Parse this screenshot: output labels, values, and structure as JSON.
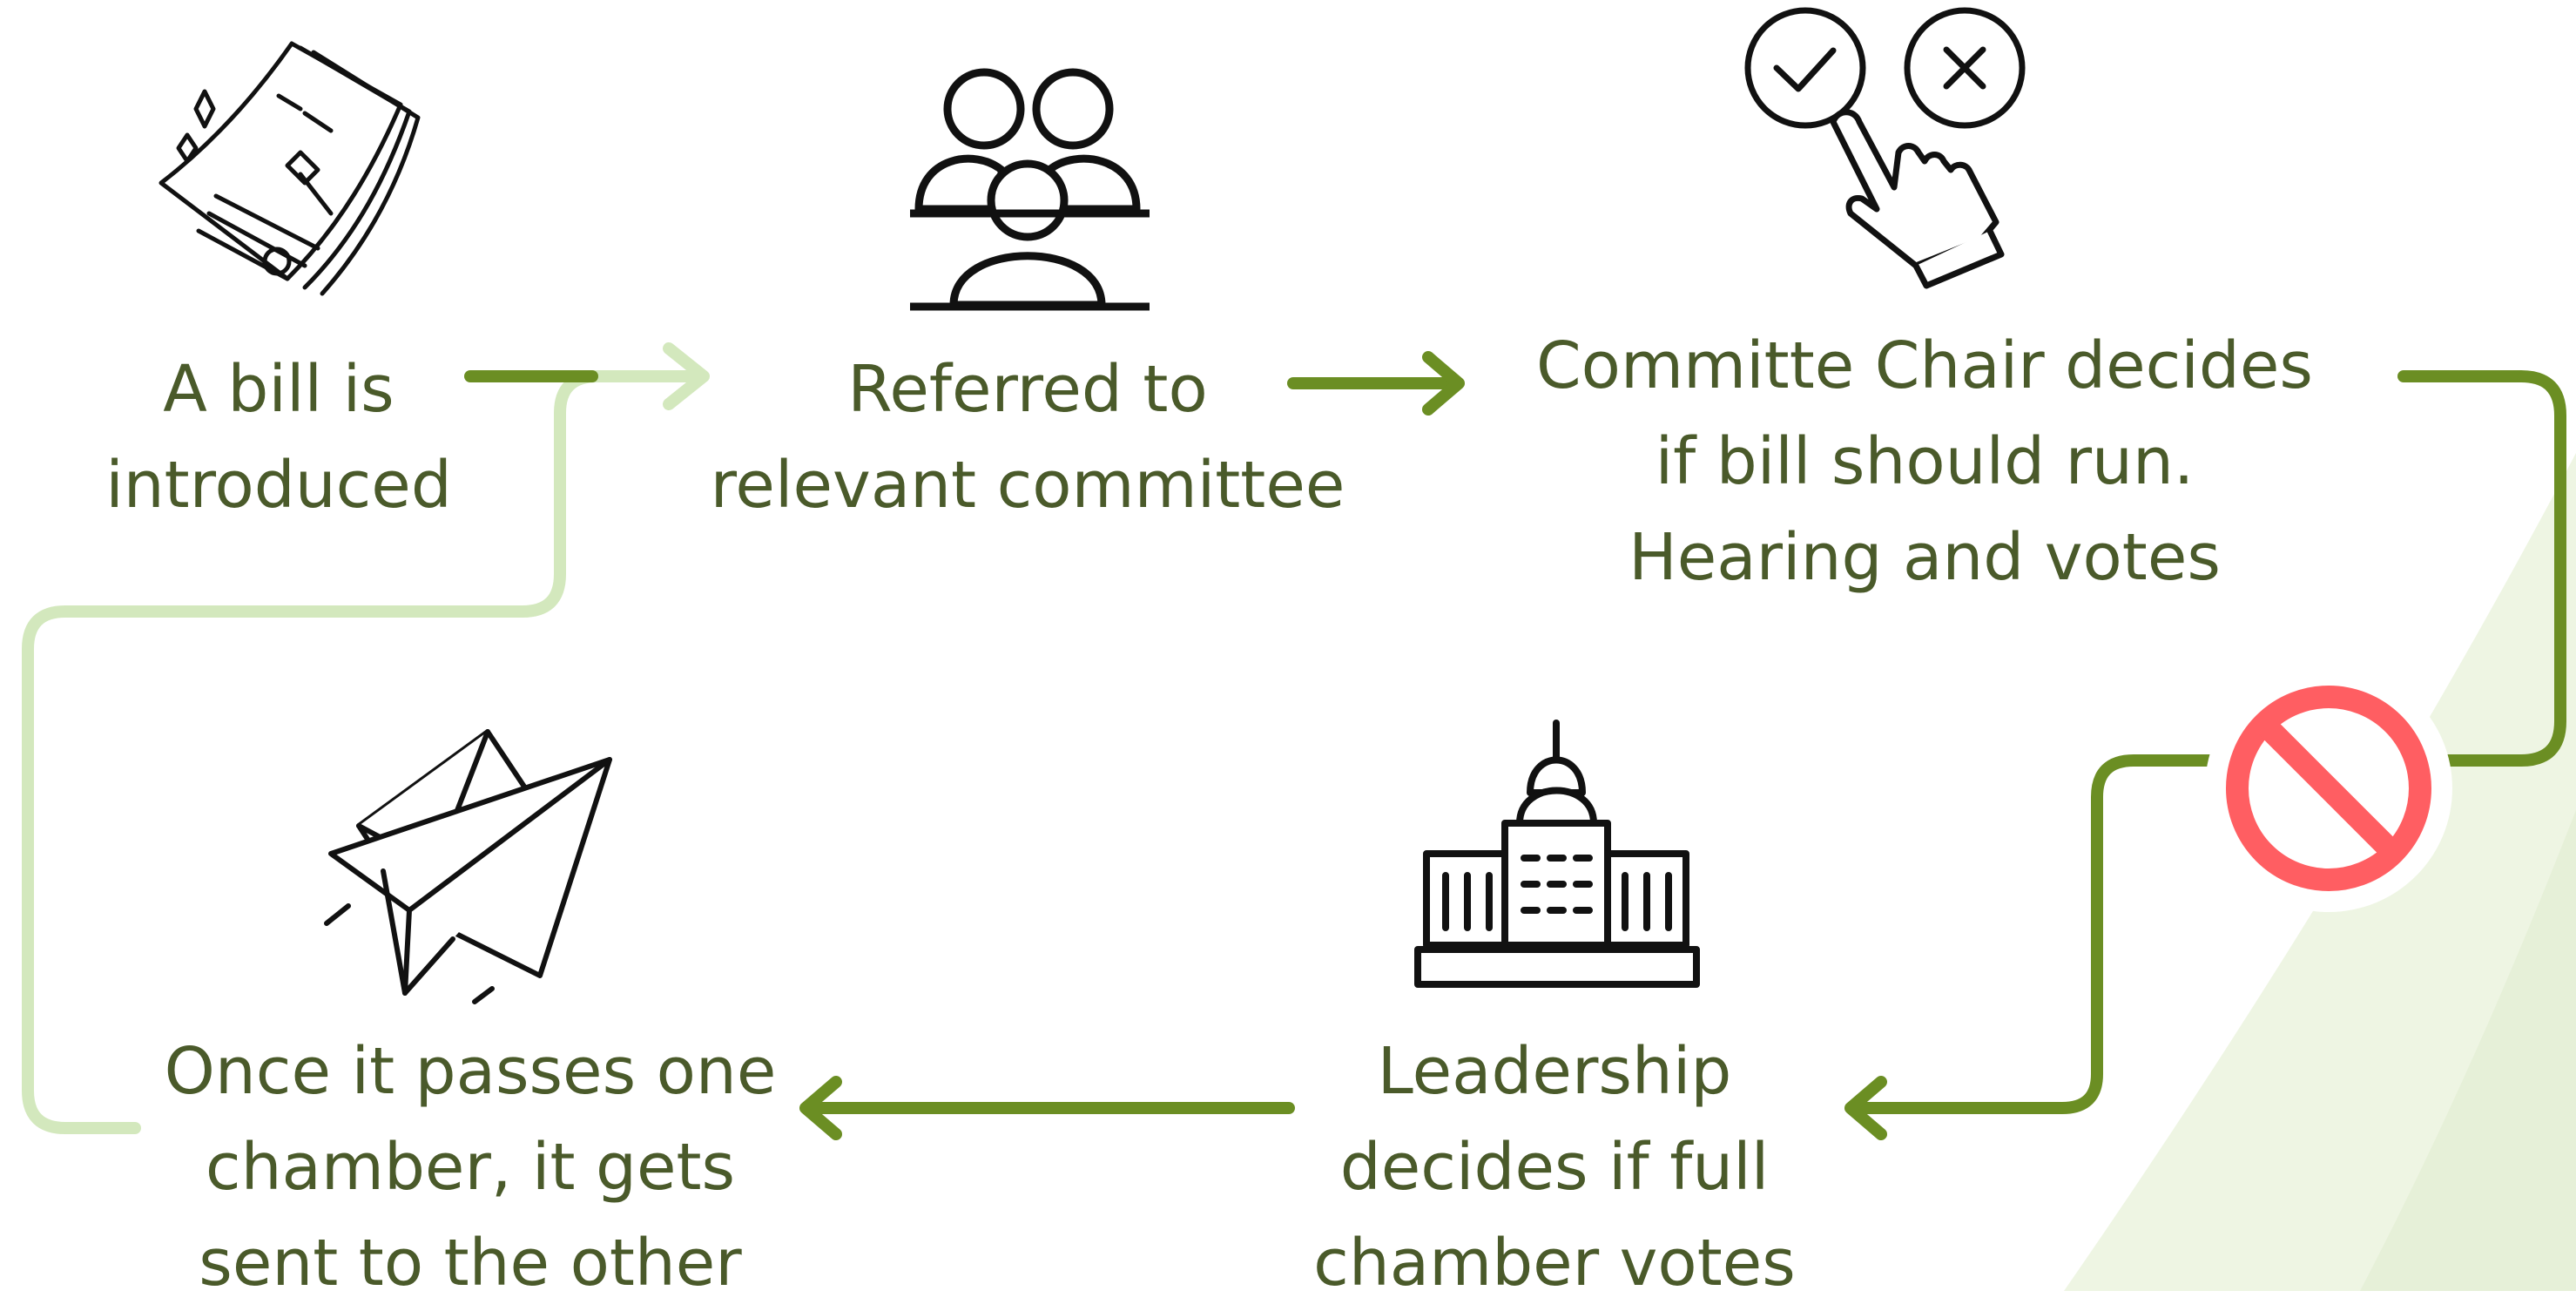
{
  "steps": {
    "step1": {
      "label": "A bill is\nintroduced",
      "icon": "bill-document-gavel-icon"
    },
    "step2": {
      "label": "Referred to\nrelevant committee",
      "icon": "committee-people-icon"
    },
    "step3": {
      "label": "Committe Chair decides\nif bill should run.\nHearing and votes",
      "icon": "approve-reject-hand-icon"
    },
    "step4": {
      "label": "Leadership\ndecides if full\nchamber votes",
      "icon": "capitol-building-icon"
    },
    "step5": {
      "label": "Once it passes one\nchamber, it gets\nsent to the other",
      "icon": "paper-plane-envelope-icon"
    }
  },
  "stop_symbol": {
    "icon": "prohibited-sign-icon"
  },
  "colors": {
    "text": "#4a5a2a",
    "arrow_dark": "#6b8e23",
    "arrow_light": "#d3e8bd",
    "prohibited": "#ff5e62",
    "background_accent": "#eef5e3",
    "icon_stroke": "#111111"
  }
}
